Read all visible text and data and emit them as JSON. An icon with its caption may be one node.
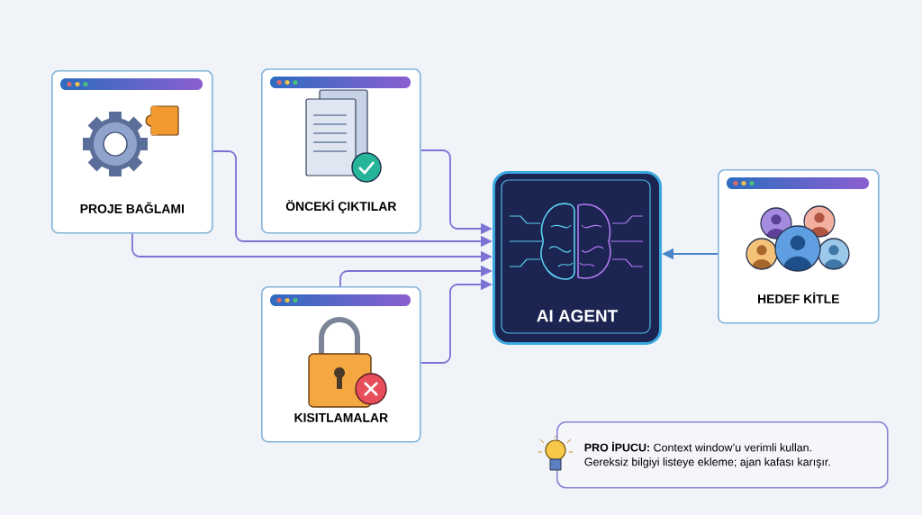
{
  "diagram": {
    "nodes": [
      {
        "text": [
          "PROJE BAĞLAMI"
        ]
      },
      {
        "text": [
          "ÖNCEKİ ÇIKTILAR"
        ]
      },
      {
        "text": [
          "AI AGENT"
        ]
      },
      {
        "text": [
          "KISITLAMALAR"
        ]
      },
      {
        "text": [
          "HEDEF KİTLE"
        ]
      },
      {
        "text": [
          "**PRO İPUCU:** Context window’u verimli kullan. Gereksiz bilgiyi listeye ekleme; ajan kafası karışır."
        ]
      }
    ],
    "edges": [
      {
        "from": 1,
        "to": 2,
        "arrow": "to"
      },
      {
        "from": 0,
        "to": 2,
        "arrow": "to"
      },
      {
        "from": 0,
        "to": 2,
        "arrow": "to"
      },
      {
        "from": 3,
        "to": 2,
        "arrow": "to"
      },
      {
        "from": 3,
        "to": 2,
        "arrow": "to"
      },
      {
        "from": 4,
        "to": 2,
        "arrow": "to"
      }
    ]
  }
}
